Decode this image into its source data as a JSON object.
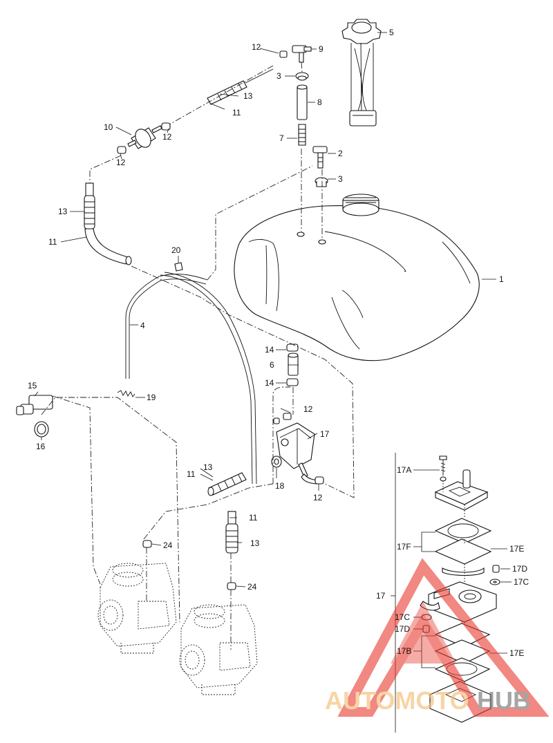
{
  "labels": {
    "l1": "1",
    "l2": "2",
    "l3a": "3",
    "l3b": "3",
    "l4": "4",
    "l5": "5",
    "l6": "6",
    "l7": "7",
    "l8": "8",
    "l9": "9",
    "l10": "10",
    "l11a": "11",
    "l11b": "11",
    "l11c": "11",
    "l11d": "11",
    "l12a": "12",
    "l12b": "12",
    "l12c": "12",
    "l12d": "12",
    "l12e": "12",
    "l13a": "13",
    "l13b": "13",
    "l13c": "13",
    "l13d": "13",
    "l14a": "14",
    "l14b": "14",
    "l15": "15",
    "l16": "16",
    "l17": "17",
    "l17main": "17",
    "l18": "18",
    "l19": "19",
    "l20": "20",
    "l24a": "24",
    "l24b": "24",
    "l17A": "17A",
    "l17F": "17F",
    "l17Ea": "17E",
    "l17Eb": "17E",
    "l17Da": "17D",
    "l17Db": "17D",
    "l17Ca": "17C",
    "l17Cb": "17C",
    "l17B": "17B"
  },
  "watermark": {
    "text_left": "AUTOMOTO",
    "text_right": "HUB",
    "color_left": "#f5b96b",
    "color_right": "#6b6b6b",
    "triangle_color": "#e83a2f"
  }
}
